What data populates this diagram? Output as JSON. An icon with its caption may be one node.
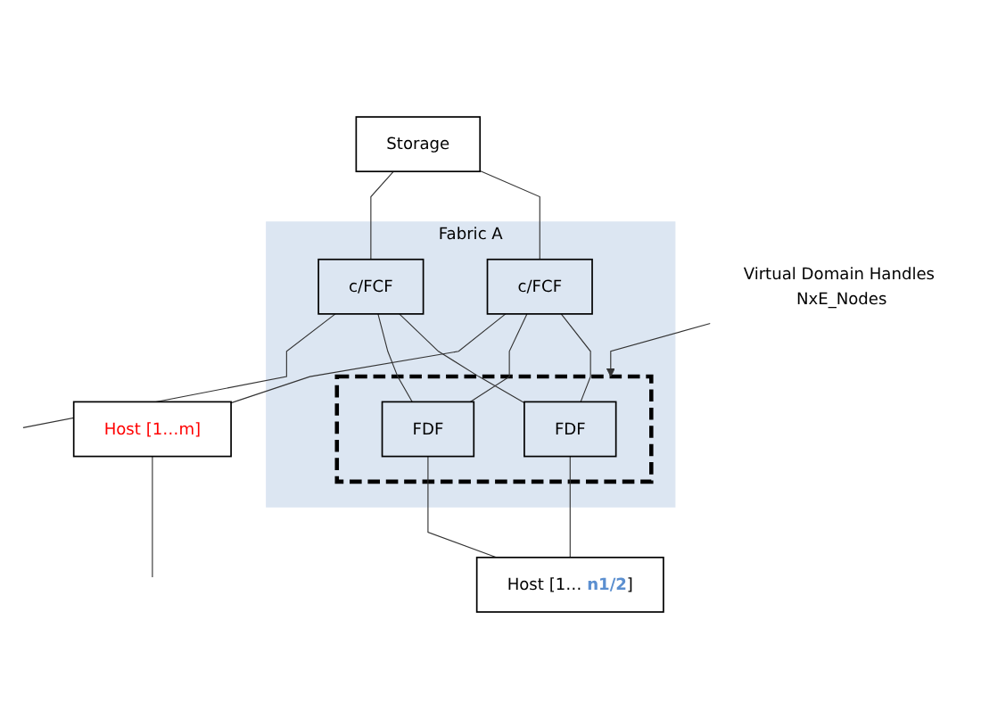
{
  "diagram": {
    "nodes": [
      {
        "text": [
          "Storage"
        ]
      },
      {
        "text": [
          "Fabric A"
        ]
      },
      {
        "text": [],
        "shape": "box",
        "in": 1
      },
      {
        "text": [
          "c/FCF"
        ],
        "in": 1
      },
      {
        "text": [
          "c/FCF"
        ],
        "in": 1
      },
      {
        "text": [
          "FDF"
        ],
        "in": 2
      },
      {
        "text": [
          "FDF"
        ],
        "in": 2
      },
      {
        "text": [
          "Virtual Domain Handles NxE_Nodes"
        ]
      },
      {
        "text": [
          "Host [1…m]"
        ]
      },
      {
        "text": [
          "Host [1… **n1/2**]"
        ]
      }
    ],
    "edges": [
      {
        "from": 0,
        "to": 3,
        "arrow": "none"
      },
      {
        "from": 0,
        "to": 4,
        "arrow": "none"
      },
      {
        "from": 3,
        "to": 5,
        "arrow": "none"
      },
      {
        "from": 3,
        "to": 6,
        "arrow": "none"
      },
      {
        "from": 4,
        "to": 5,
        "arrow": "none"
      },
      {
        "from": 4,
        "to": 6,
        "arrow": "none"
      },
      {
        "from": 4,
        "to": null,
        "arrow": "none"
      },
      {
        "from": 7,
        "to": 2,
        "arrow": "to"
      },
      {
        "from": 3,
        "to": 8,
        "arrow": "none"
      },
      {
        "from": 5,
        "to": 9,
        "arrow": "none"
      },
      {
        "from": 6,
        "to": 9,
        "arrow": "none"
      },
      {
        "from": 8,
        "to": null,
        "arrow": "none"
      }
    ]
  }
}
